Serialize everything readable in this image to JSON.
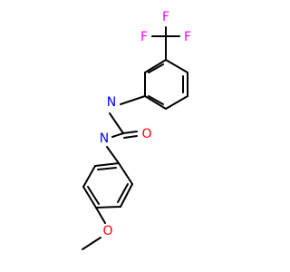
{
  "molecule": {
    "atoms": {
      "F1": {
        "symbol": "F",
        "color": "#ff00ff"
      },
      "F2": {
        "symbol": "F",
        "color": "#ff00ff"
      },
      "F3": {
        "symbol": "F",
        "color": "#ff00ff"
      },
      "N1": {
        "symbol": "N",
        "color": "#0000ff"
      },
      "N2": {
        "symbol": "N",
        "color": "#0000ff"
      },
      "O1": {
        "symbol": "O",
        "color": "#ff0000"
      },
      "O2": {
        "symbol": "O",
        "color": "#ff0000"
      }
    },
    "bond_color": "#000000"
  }
}
